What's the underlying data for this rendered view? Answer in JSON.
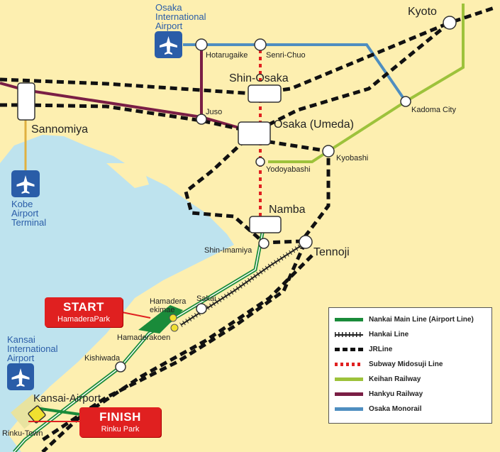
{
  "airports": {
    "osaka": {
      "name": "Osaka International Airport",
      "line1": "Osaka",
      "line2": "International",
      "line3": "Airport"
    },
    "kobe": {
      "name": "Kobe Airport Terminal",
      "line1": "Kobe",
      "line2": "Airport",
      "line3": "Terminal"
    },
    "kansai": {
      "name": "Kansai International Airport",
      "line1": "Kansai",
      "line2": "International",
      "line3": "Airport"
    }
  },
  "stations": {
    "kyoto": "Kyoto",
    "hotarugaike": "Hotarugaike",
    "senri_chuo": "Senri-Chuo",
    "shin_osaka": "Shin-Osaka",
    "juso": "Juso",
    "kadoma_city": "Kadoma City",
    "sannomiya": "Sannomiya",
    "osaka_umeda": "Osaka (Umeda)",
    "kyobashi": "Kyobashi",
    "yodoyabashi": "Yodoyabashi",
    "namba": "Namba",
    "shin_imamiya": "Shin-Imamiya",
    "tennoji": "Tennoji",
    "sakai": "Sakai",
    "hamadera_1": "Hamadera",
    "hamadera_2": "ekimae",
    "hamaderakoen": "Hamaderakoen",
    "kishiwada": "Kishiwada",
    "kansai_airport": "Kansai-Airport",
    "rinku_town": "Rinku-Town"
  },
  "start": {
    "title": "START",
    "subtitle": "HamaderaPark"
  },
  "finish": {
    "title": "FINISH",
    "subtitle": "Rinku Park"
  },
  "legend": [
    {
      "label": "Nankai Main Line (Airport Line)",
      "color": "#1A8B3A",
      "style": "solid"
    },
    {
      "label": "Hankai Line",
      "color": "#222222",
      "style": "rail"
    },
    {
      "label": "JRLine",
      "color": "#111111",
      "style": "dashed"
    },
    {
      "label": "Subway Midosuji Line",
      "color": "#E02020",
      "style": "dotted"
    },
    {
      "label": "Keihan Railway",
      "color": "#9DC23B",
      "style": "solid"
    },
    {
      "label": "Hankyu Railway",
      "color": "#7A1E45",
      "style": "solid"
    },
    {
      "label": "Osaka Monorail",
      "color": "#4F8EC0",
      "style": "solid"
    }
  ],
  "colors": {
    "land": "#FDEFB0",
    "sea": "#BEE3EE",
    "airport_icon": "#2A5DA8",
    "start_finish": "#E02020"
  }
}
